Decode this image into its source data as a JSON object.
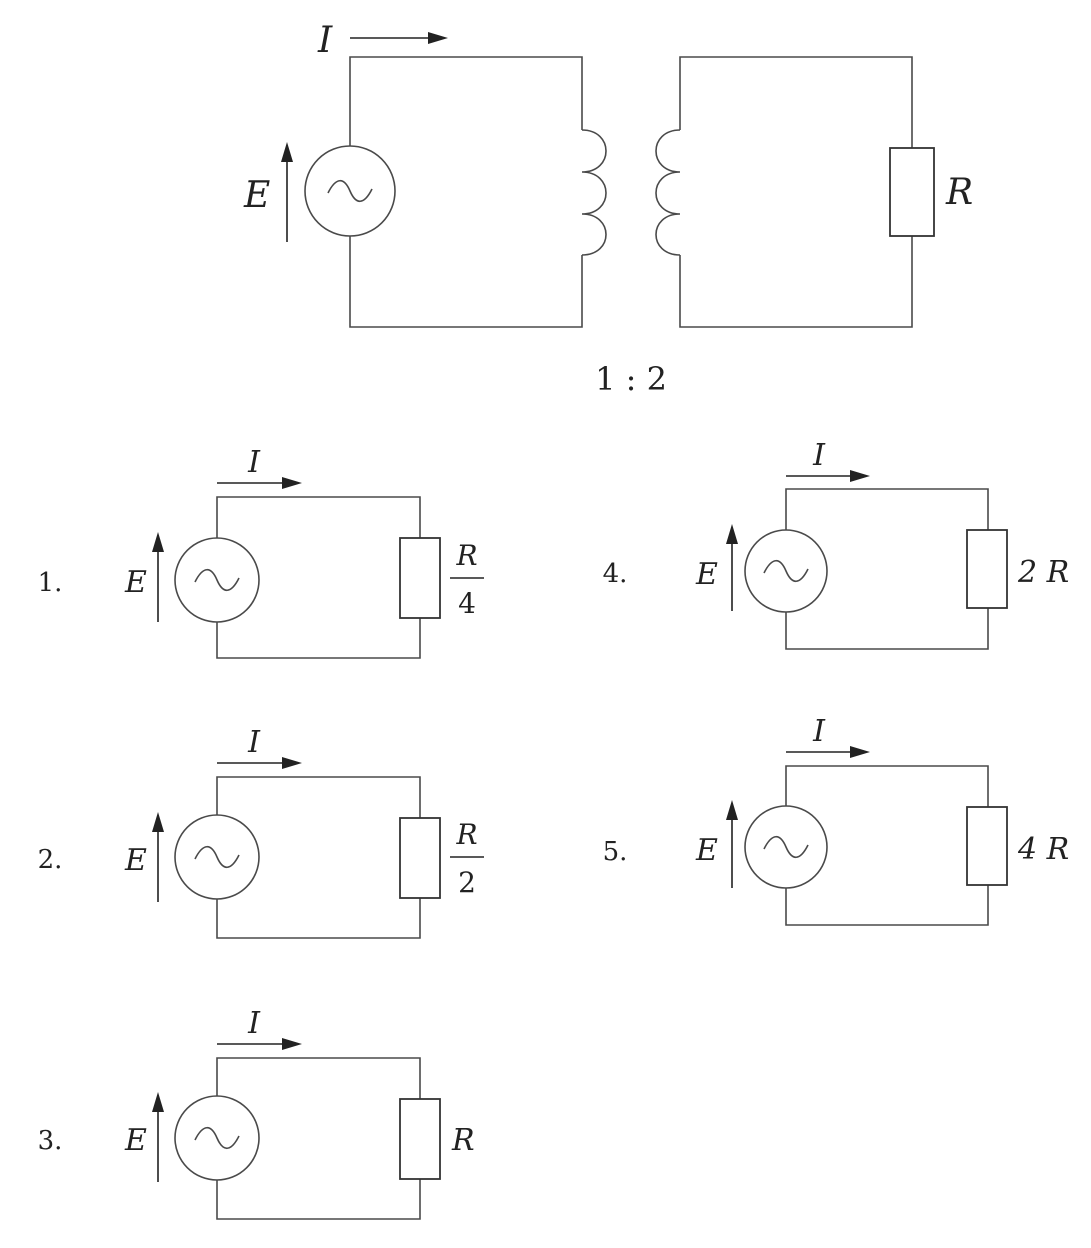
{
  "main": {
    "current_symbol": "I",
    "emf_symbol": "E",
    "load_symbol": "R",
    "turns_ratio": "1 : 2"
  },
  "options": [
    {
      "number": "1.",
      "current": "I",
      "emf": "E",
      "load_num": "R",
      "load_den": "4"
    },
    {
      "number": "2.",
      "current": "I",
      "emf": "E",
      "load_num": "R",
      "load_den": "2"
    },
    {
      "number": "3.",
      "current": "I",
      "emf": "E",
      "load": "R"
    },
    {
      "number": "4.",
      "current": "I",
      "emf": "E",
      "load": "2 R"
    },
    {
      "number": "5.",
      "current": "I",
      "emf": "E",
      "load": "4 R"
    }
  ]
}
